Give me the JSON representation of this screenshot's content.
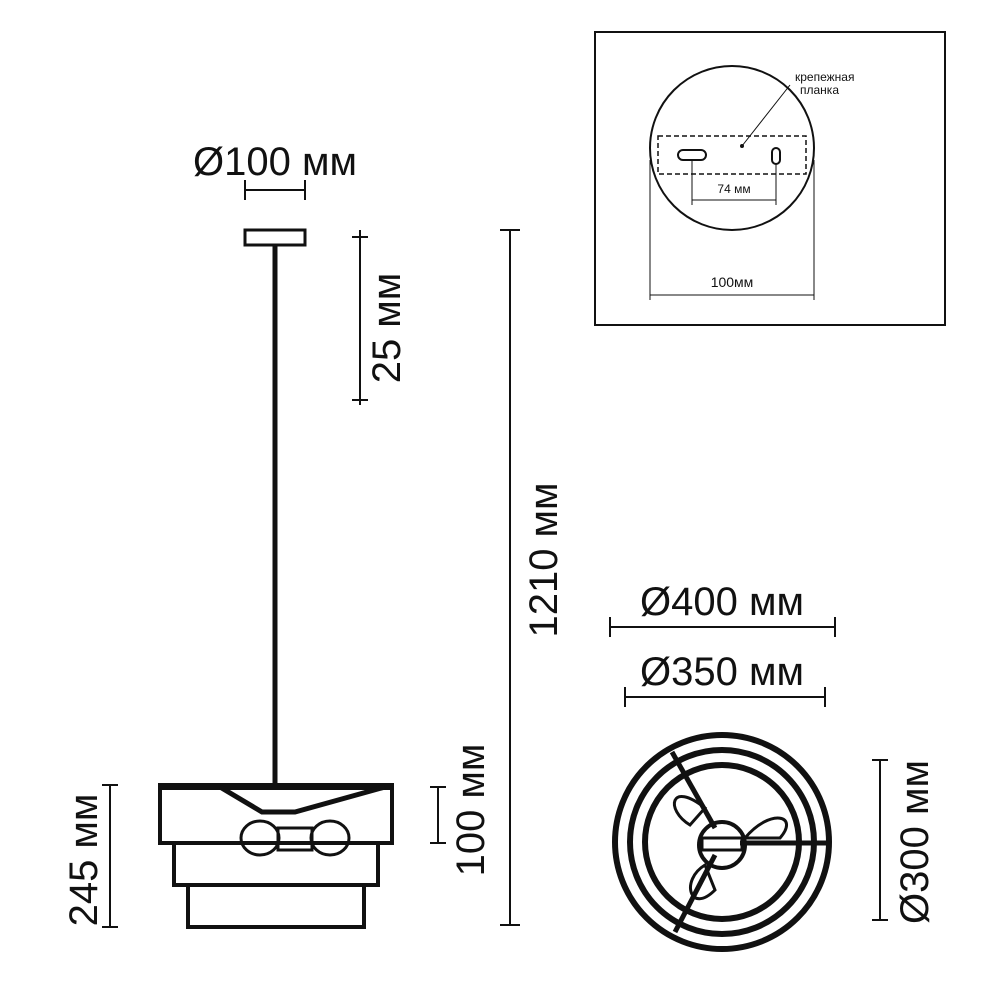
{
  "dimensions": {
    "canopy_diameter": "Ø100 мм",
    "canopy_height": "25 мм",
    "total_height": "1210 мм",
    "shade_height": "100 мм",
    "body_height": "245 мм",
    "outer_diameter": "Ø400 мм",
    "middle_diameter": "Ø350 мм",
    "inner_diameter": "Ø300 мм"
  },
  "inset": {
    "mounting_bar_label_1": "крепежная",
    "mounting_bar_label_2": "планка",
    "hole_spacing": "74 мм",
    "plate_diameter": "100мм"
  }
}
